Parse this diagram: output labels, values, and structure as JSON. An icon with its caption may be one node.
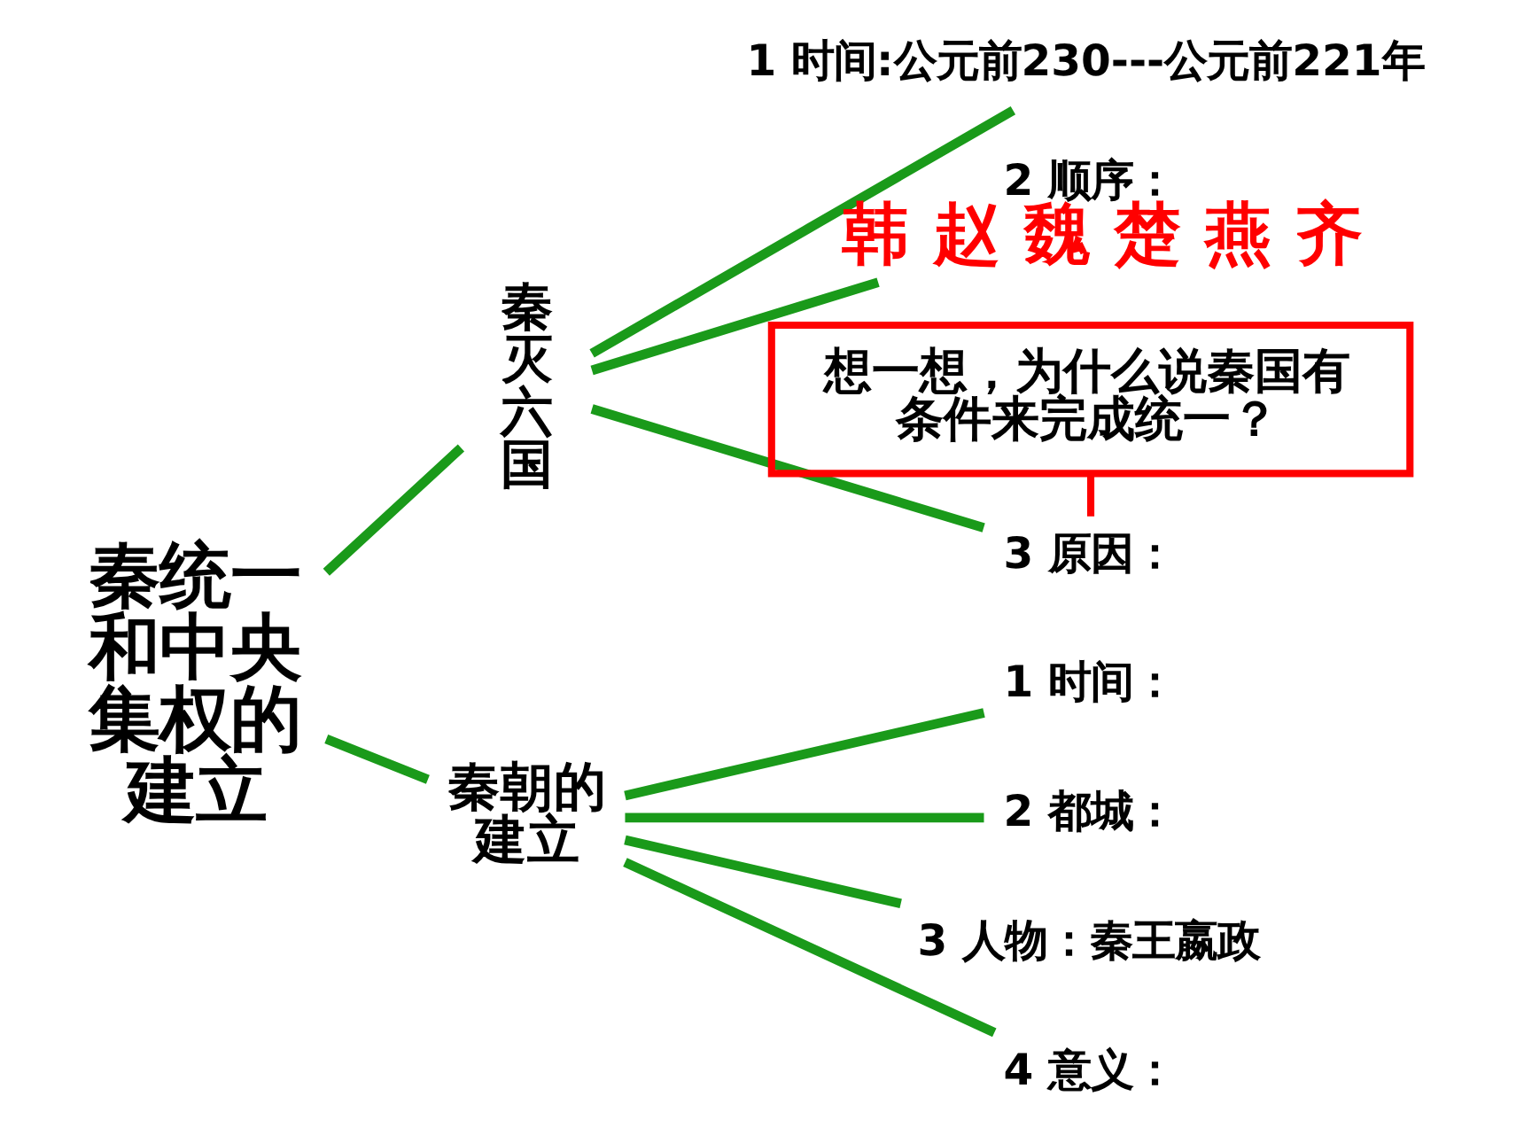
{
  "diagram": {
    "nodes": [
      {
        "text": [
          "秦统一和中央集权的建立"
        ]
      },
      {
        "text": [
          "秦灭六国"
        ]
      },
      {
        "text": [
          "1 时间:公元前230---公元前221年"
        ]
      },
      {
        "text": [
          "2 顺序：",
          "韩 赵 魏 楚 燕 齐"
        ]
      },
      {
        "text": [
          "3 原因："
        ]
      },
      {
        "text": [
          "想一想，为什么说秦国有条件来完成统一？"
        ]
      },
      {
        "text": [
          "秦朝的建立"
        ]
      },
      {
        "text": [
          "1 时间："
        ]
      },
      {
        "text": [
          "2 都城："
        ]
      },
      {
        "text": [
          "3 人物：秦王嬴政"
        ]
      },
      {
        "text": [
          "4 意义："
        ]
      }
    ],
    "edges": [
      {
        "from": 0,
        "to": 1,
        "arrow": "none"
      },
      {
        "from": 0,
        "to": 6,
        "arrow": "none"
      },
      {
        "from": 1,
        "to": 2,
        "arrow": "none"
      },
      {
        "from": 1,
        "to": 3,
        "arrow": "none"
      },
      {
        "from": 1,
        "to": 4,
        "arrow": "none"
      },
      {
        "from": 5,
        "to": 4,
        "arrow": "none",
        "color": "#ff0000"
      },
      {
        "from": 6,
        "to": 7,
        "arrow": "none"
      },
      {
        "from": 6,
        "to": 8,
        "arrow": "none"
      },
      {
        "from": 6,
        "to": 9,
        "arrow": "none"
      },
      {
        "from": 6,
        "to": 10,
        "arrow": "none"
      }
    ]
  }
}
